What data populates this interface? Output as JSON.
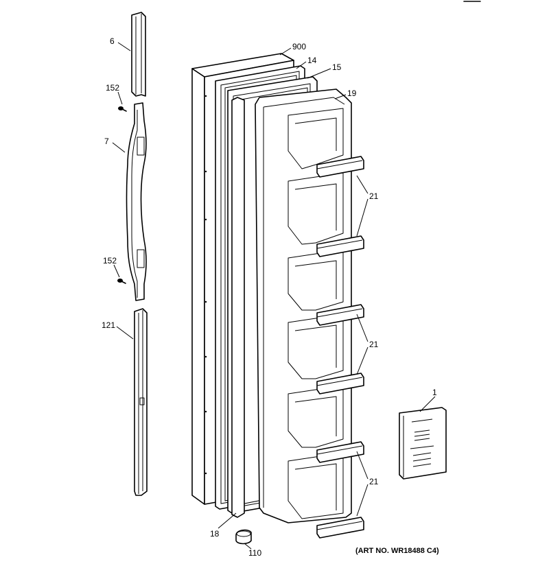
{
  "diagram": {
    "art_number": "(ART NO. WR18488 C4)",
    "callouts": {
      "c6": "6",
      "c152a": "152",
      "c7": "7",
      "c152b": "152",
      "c121": "121",
      "c900": "900",
      "c14": "14",
      "c15": "15",
      "c19": "19",
      "c21a": "21",
      "c21b": "21",
      "c21c": "21",
      "c1": "1",
      "c18": "18",
      "c110": "110"
    }
  }
}
